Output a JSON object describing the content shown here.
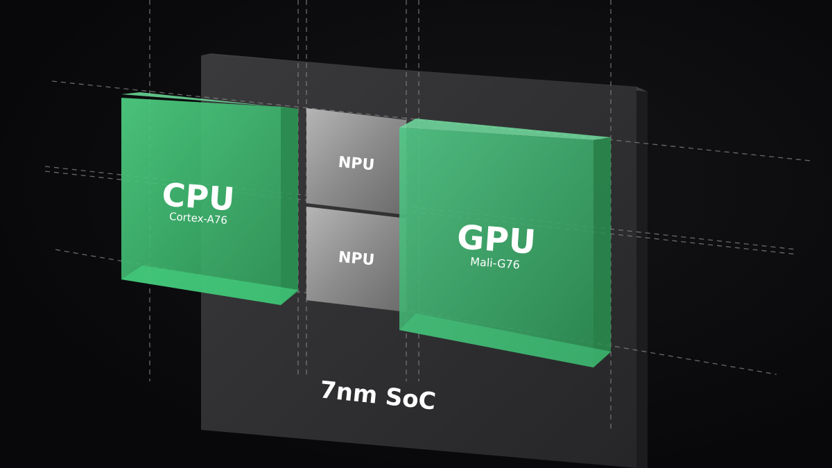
{
  "diagram": {
    "soc_label": "7nm SoC",
    "blocks": {
      "cpu": {
        "name": "CPU",
        "model": "Cortex-A76"
      },
      "gpu": {
        "name": "GPU",
        "model": "Mali-G76"
      },
      "npu_top": {
        "name": "NPU"
      },
      "npu_bottom": {
        "name": "NPU"
      }
    }
  },
  "colors": {
    "background": "#0a0a0b",
    "soc_board": "#2e2e30",
    "block_green": "#3ec070",
    "npu_gray": "#8a8a8a"
  }
}
